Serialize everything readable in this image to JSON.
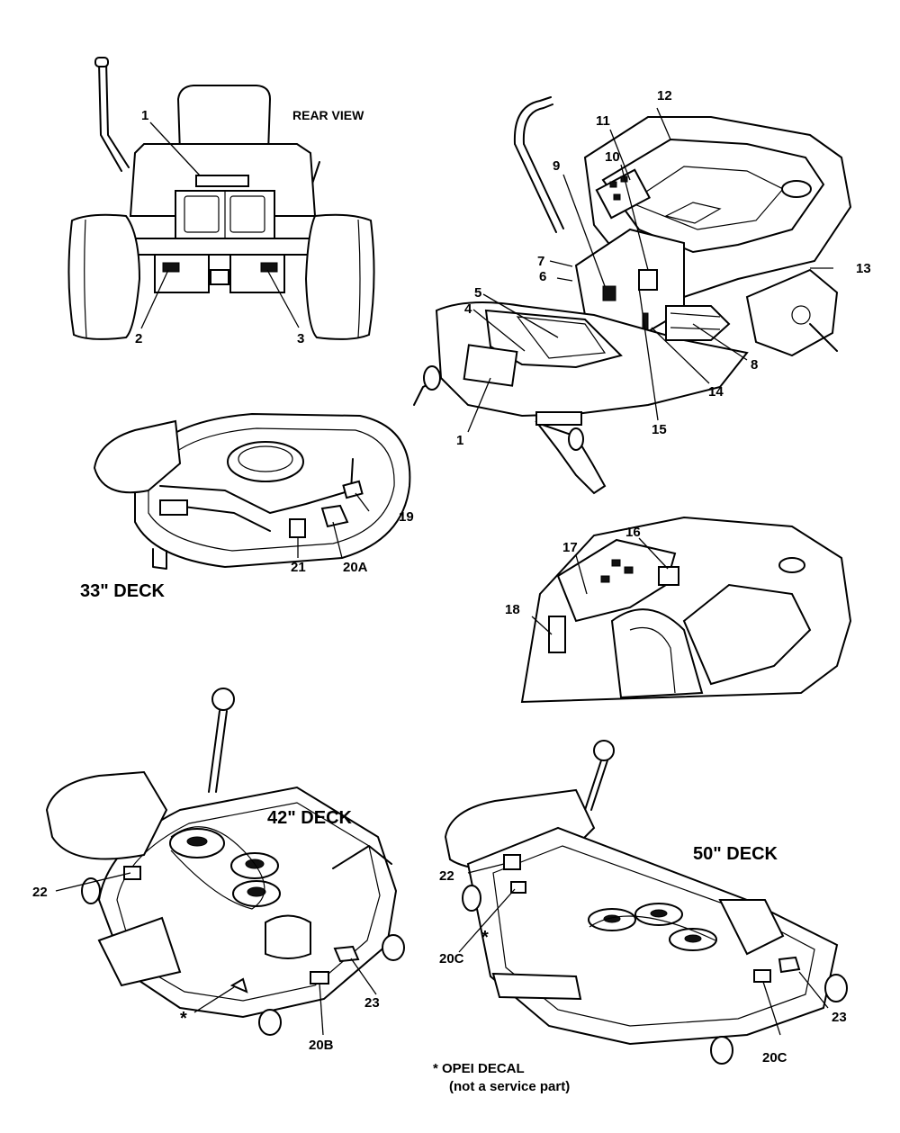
{
  "views": {
    "rear_view": "REAR VIEW",
    "deck_33": "33\" DECK",
    "deck_42": "42\" DECK",
    "deck_50": "50\" DECK"
  },
  "callouts": {
    "c1a": "1",
    "c2": "2",
    "c3": "3",
    "c1b": "1",
    "c4": "4",
    "c5": "5",
    "c6": "6",
    "c7": "7",
    "c8": "8",
    "c9": "9",
    "c10": "10",
    "c11": "11",
    "c12": "12",
    "c13": "13",
    "c14": "14",
    "c15": "15",
    "c16": "16",
    "c17": "17",
    "c18": "18",
    "c19": "19",
    "c20a": "20A",
    "c21": "21",
    "c22a": "22",
    "c23a": "23",
    "c20b": "20B",
    "star_a": "*",
    "c22b": "22",
    "c20c_a": "20C",
    "star_b": "*",
    "c23b": "23",
    "c20c_b": "20C"
  },
  "footnote": {
    "line1": "* OPEI DECAL",
    "line2": "(not a service part)"
  }
}
